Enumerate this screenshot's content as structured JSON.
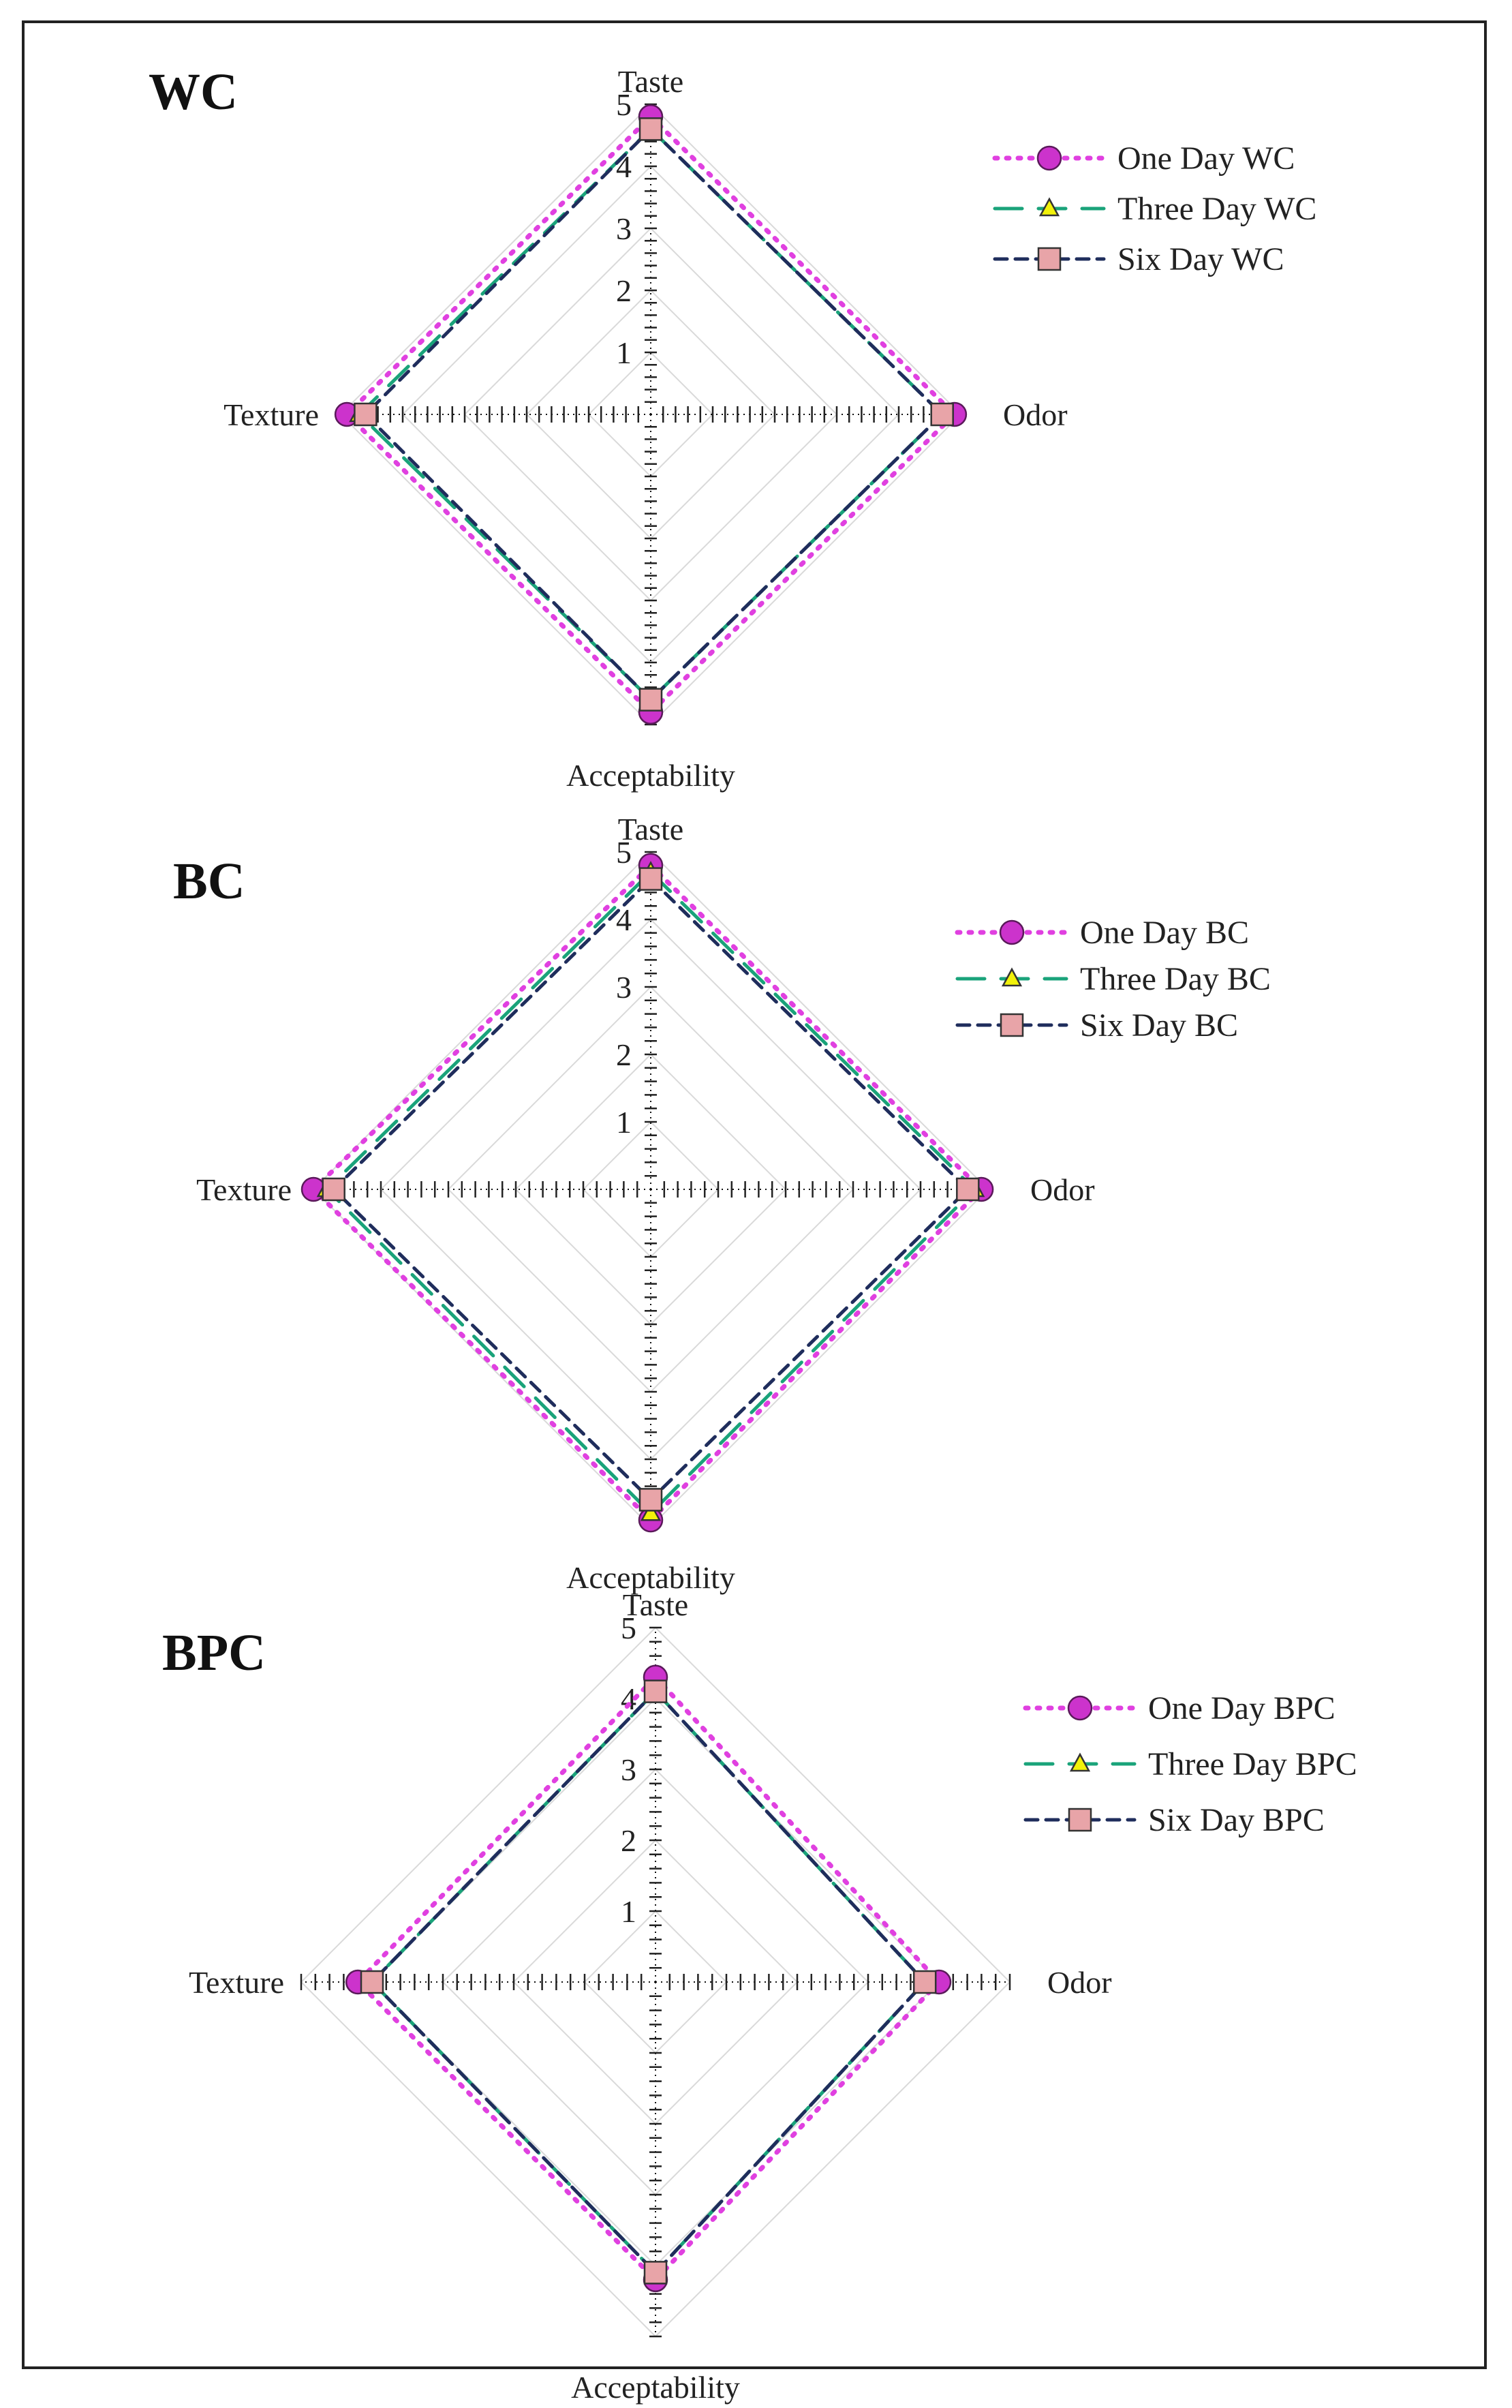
{
  "chart_data": [
    {
      "type": "radar",
      "title": "WC",
      "axes": [
        "Taste",
        "Odor",
        "Acceptability",
        "Texture"
      ],
      "rlim": [
        0,
        5
      ],
      "ticks": [
        "1",
        "2",
        "3",
        "4",
        "5"
      ],
      "series": [
        {
          "name": "One Day WC",
          "values": [
            4.8,
            4.9,
            4.8,
            4.9
          ],
          "color": "#e040e0",
          "style": "dotted",
          "marker": "circle"
        },
        {
          "name": "Three Day WC",
          "values": [
            4.6,
            4.7,
            4.6,
            4.7
          ],
          "color": "#1aa37a",
          "style": "dashed",
          "marker": "triangle"
        },
        {
          "name": "Six Day WC",
          "values": [
            4.6,
            4.7,
            4.6,
            4.6
          ],
          "color": "#1f2d5c",
          "style": "dashdot",
          "marker": "square"
        }
      ]
    },
    {
      "type": "radar",
      "title": "BC",
      "axes": [
        "Taste",
        "Odor",
        "Acceptability",
        "Texture"
      ],
      "rlim": [
        0,
        5
      ],
      "ticks": [
        "1",
        "2",
        "3",
        "4",
        "5"
      ],
      "series": [
        {
          "name": "One Day BC",
          "values": [
            4.8,
            4.9,
            4.9,
            5.0
          ],
          "color": "#e040e0",
          "style": "dotted",
          "marker": "circle"
        },
        {
          "name": "Three Day BC",
          "values": [
            4.7,
            4.8,
            4.8,
            4.8
          ],
          "color": "#1aa37a",
          "style": "dashed",
          "marker": "triangle"
        },
        {
          "name": "Six Day BC",
          "values": [
            4.6,
            4.7,
            4.6,
            4.7
          ],
          "color": "#1f2d5c",
          "style": "dashdot",
          "marker": "square"
        }
      ]
    },
    {
      "type": "radar",
      "title": "BPC",
      "axes": [
        "Taste",
        "Odor",
        "Acceptability",
        "Texture"
      ],
      "rlim": [
        0,
        5
      ],
      "ticks": [
        "1",
        "2",
        "3",
        "4",
        "5"
      ],
      "series": [
        {
          "name": "One Day BPC",
          "values": [
            4.3,
            4.0,
            4.2,
            4.2
          ],
          "color": "#e040e0",
          "style": "dotted",
          "marker": "circle"
        },
        {
          "name": "Three Day BPC",
          "values": [
            4.1,
            3.8,
            4.1,
            4.0
          ],
          "color": "#1aa37a",
          "style": "dashed",
          "marker": "triangle"
        },
        {
          "name": "Six Day BPC",
          "values": [
            4.1,
            3.8,
            4.1,
            4.0
          ],
          "color": "#1f2d5c",
          "style": "dashdot",
          "marker": "square"
        }
      ]
    }
  ]
}
